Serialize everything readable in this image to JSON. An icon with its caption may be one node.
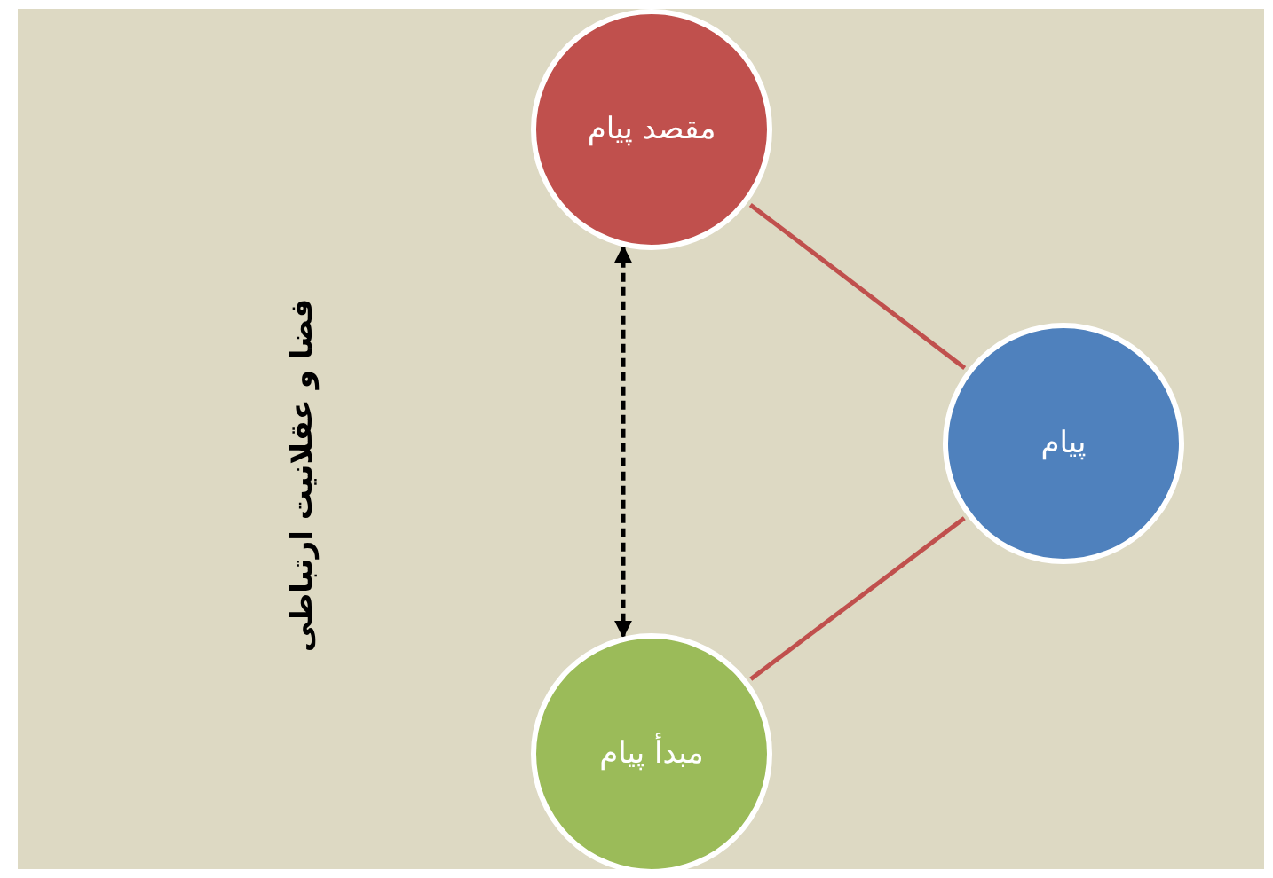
{
  "diagram": {
    "nodes": [
      {
        "text": [
          "مقصد پیام"
        ]
      },
      {
        "text": [
          "پیام"
        ]
      },
      {
        "text": [
          "مبدأ پیام"
        ]
      }
    ],
    "edges": [
      {
        "from": 0,
        "to": 1,
        "arrow": "none"
      },
      {
        "from": 1,
        "to": 2,
        "arrow": "none"
      },
      {
        "from": 2,
        "to": 0,
        "arrow": "both",
        "style": "dashed",
        "color": "#000000"
      }
    ],
    "labels": [
      "فضا و عقلانیت ارتباطی"
    ]
  }
}
